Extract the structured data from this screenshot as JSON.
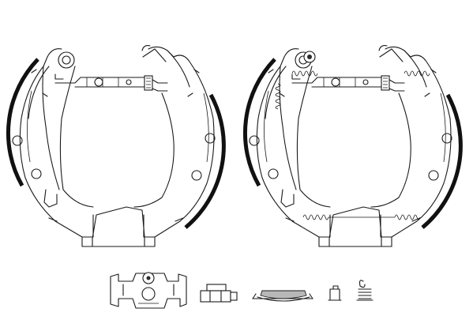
{
  "colors": {
    "line": "#1a1a1a",
    "lining": "#111111",
    "shade": "#b8b8b8",
    "background": "#ffffff"
  },
  "components": [
    "brake-shoe-assembly-left",
    "brake-shoe-assembly-right",
    "wheel-cylinder",
    "adjuster-nut",
    "brake-lining-segment",
    "clip",
    "spring"
  ]
}
